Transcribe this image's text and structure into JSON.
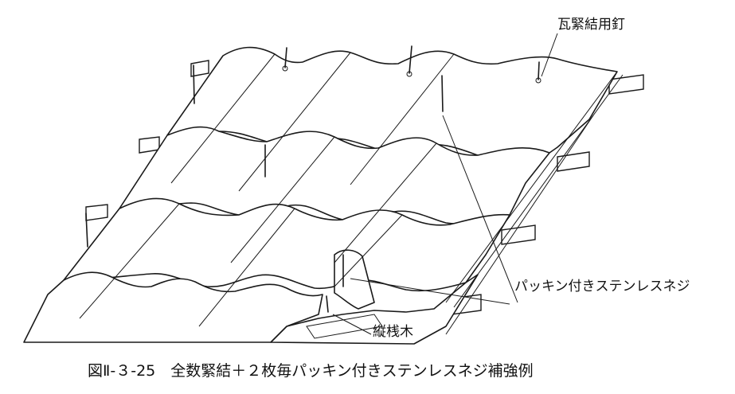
{
  "labels": {
    "nail": "瓦緊結用釘",
    "screw": "パッキン付きステンレスネジ",
    "batten": "縦桟木"
  },
  "caption": "図Ⅱ-３-25　全数緊結＋２枚毎パッキン付きステンレスネジ補強例",
  "colors": {
    "line": "#1a1a1a",
    "background": "#ffffff"
  }
}
